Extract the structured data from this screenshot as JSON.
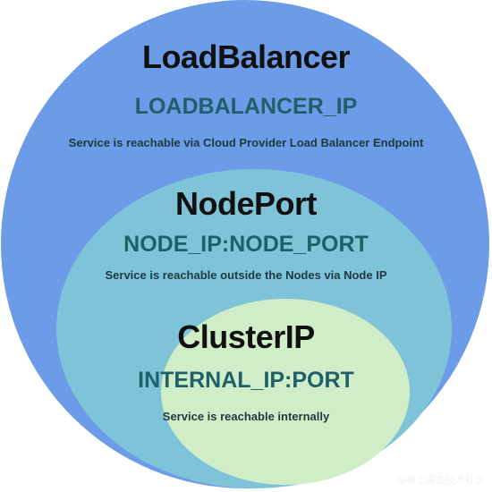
{
  "diagram": {
    "layers": [
      {
        "title": "LoadBalancer",
        "address": "LOADBALANCER_IP",
        "description": "Service is reachable via Cloud Provider Load Balancer Endpoint"
      },
      {
        "title": "NodePort",
        "address": "NODE_IP:NODE_PORT",
        "description": "Service is reachable outside the Nodes via Node IP"
      },
      {
        "title": "ClusterIP",
        "address": "INTERNAL_IP:PORT",
        "description": "Service is reachable internally"
      }
    ],
    "colors": {
      "outer": "#6c9be8",
      "middle": "#7fc3d8",
      "inner": "#cfeec8"
    }
  },
  "watermark": "@稀土掘金技术社区"
}
